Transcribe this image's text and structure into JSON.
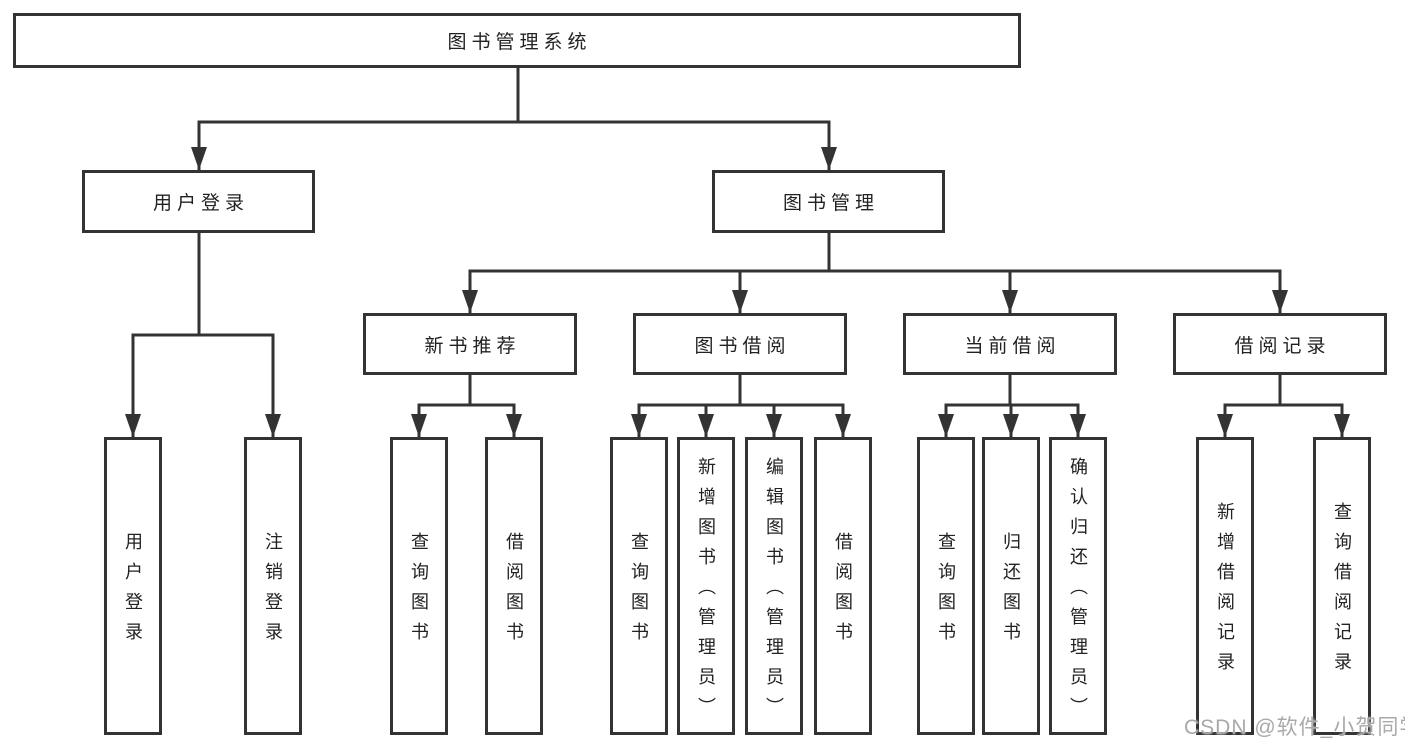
{
  "colors": {
    "line": "#333333",
    "box_border": "#333333",
    "box_fill": "#ffffff",
    "label_text": "#222222",
    "watermark_text": "#a9a9a9",
    "background": "#ffffff"
  },
  "tree": {
    "root": {
      "label": "图书管理系统"
    },
    "branches": [
      {
        "label": "用户登录",
        "children": [
          {
            "label": "用户登录"
          },
          {
            "label": "注销登录"
          }
        ]
      },
      {
        "label": "图书管理",
        "children": [
          {
            "label": "新书推荐",
            "children": [
              {
                "label": "查询图书"
              },
              {
                "label": "借阅图书"
              }
            ]
          },
          {
            "label": "图书借阅",
            "children": [
              {
                "label": "查询图书"
              },
              {
                "label": "新增图书（管理员）"
              },
              {
                "label": "编辑图书（管理员）"
              },
              {
                "label": "借阅图书"
              }
            ]
          },
          {
            "label": "当前借阅",
            "children": [
              {
                "label": "查询图书"
              },
              {
                "label": "归还图书"
              },
              {
                "label": "确认归还（管理员）"
              }
            ]
          },
          {
            "label": "借阅记录",
            "children": [
              {
                "label": "新增借阅记录"
              },
              {
                "label": "查询借阅记录"
              }
            ]
          }
        ]
      }
    ]
  },
  "watermark": {
    "text": "CSDN @软件_小贺同学"
  }
}
